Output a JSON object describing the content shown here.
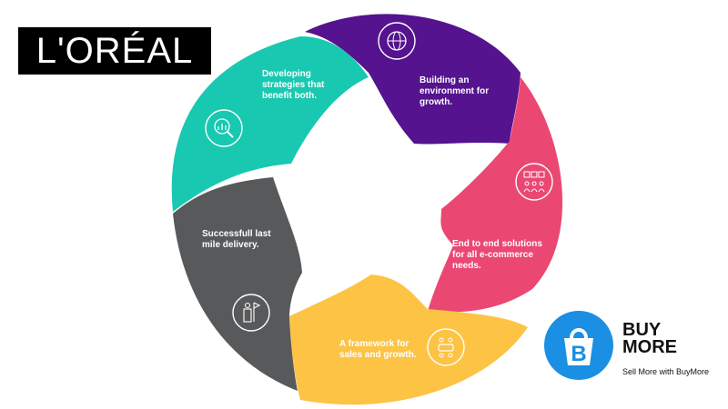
{
  "brand": {
    "loreal_logo": "L'ORÉAL"
  },
  "diagram": {
    "segments": [
      {
        "id": "strategies",
        "color": "#19c8b0",
        "icon": "analytics-magnifier-icon",
        "lines": [
          "Developing",
          "strategies that",
          "benefit both."
        ]
      },
      {
        "id": "environment",
        "color": "#55138f",
        "icon": "globe-network-icon",
        "lines": [
          "Building an",
          "environment for",
          "growth."
        ]
      },
      {
        "id": "end-to-end",
        "color": "#ea4873",
        "icon": "team-checkmarks-icon",
        "lines": [
          "End to end solutions",
          "for all e-commerce",
          "needs."
        ]
      },
      {
        "id": "framework",
        "color": "#fdc344",
        "icon": "meeting-table-icon",
        "lines": [
          "A framework for",
          "sales and growth."
        ]
      },
      {
        "id": "delivery",
        "color": "#58595b",
        "icon": "person-podium-flag-icon",
        "lines": [
          "Successfull last",
          "mile delivery."
        ]
      }
    ]
  },
  "buymore": {
    "logo_letter": "B",
    "title_line1": "BUY",
    "title_line2": "MORE",
    "tagline": "Sell More with BuyMore",
    "accent_color": "#1a8fe3"
  }
}
